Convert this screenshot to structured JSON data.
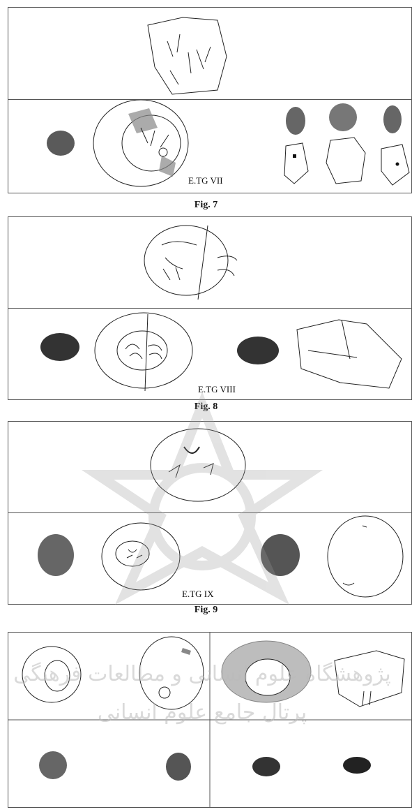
{
  "figures": [
    {
      "caption": "Fig. 7",
      "label": "E.TG VII"
    },
    {
      "caption": "Fig. 8",
      "label": "E.TG VIII"
    },
    {
      "caption": "Fig. 9",
      "label": "E.TG IX"
    },
    {
      "caption": "",
      "label": ""
    }
  ],
  "watermark": {
    "line1": "پژوهشگاه علوم انسانی و مطالعات فرهنگی",
    "line2": "پرتال جامع علوم انسانی"
  },
  "colors": {
    "border": "#555555",
    "stone_dark": "#3a3a3a",
    "stone_mid": "#6b6b6b",
    "hatch": "#777777"
  }
}
